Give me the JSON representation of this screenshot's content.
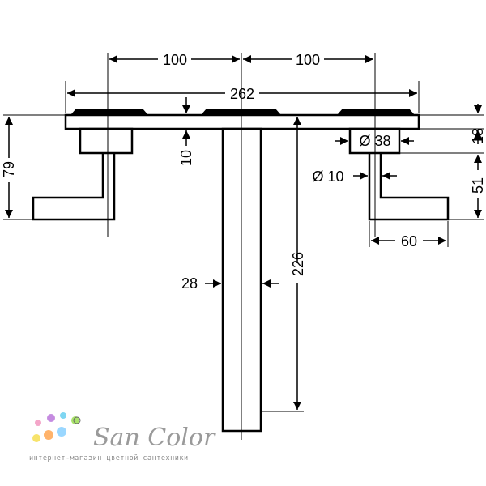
{
  "drawing": {
    "dimensions": {
      "spacing_left": "100",
      "spacing_right": "100",
      "overall_width": "262",
      "plate_thickness": "10",
      "spout_projection": "226",
      "spout_width": "28",
      "handle_height": "79",
      "rosette_diameter": "Ø 38",
      "rosette_depth": "18",
      "stem_diameter": "Ø 10",
      "handle_drop": "51",
      "handle_length": "60"
    }
  },
  "brand": {
    "name": "SanColor",
    "tagline": "интернет-магазин цветной сантехники",
    "dot_colors": [
      "#f4a6c9",
      "#c58be0",
      "#7fd6f2",
      "#a9e36b",
      "#f7e36b",
      "#ffb36b",
      "#9ad7ff"
    ]
  }
}
